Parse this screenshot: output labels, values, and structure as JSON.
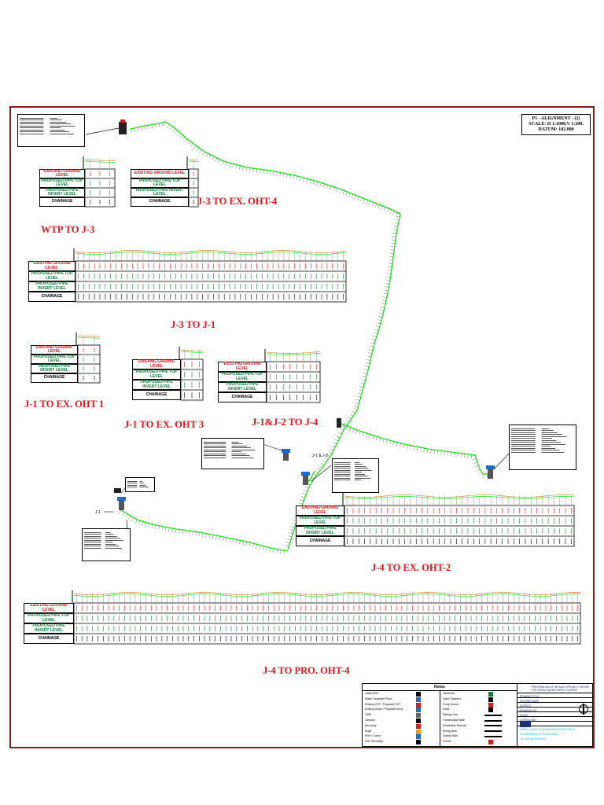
{
  "scale_box": {
    "line1": "P1 - ALIGNMENT - (2)",
    "line2": "SCALE: H 1:1000,V 1:200.",
    "line3": "DATUM: 102.000"
  },
  "section_titles": {
    "wtp_to_j3": "WTP TO J-3",
    "j3_to_ex_oht4": "J-3 TO EX. OHT-4",
    "j3_to_j1": "J-3 TO J-1",
    "j1_to_ex_oht1": "J-1 TO EX. OHT 1",
    "j1_to_ex_oht3": "J-1 TO EX. OHT 3",
    "j1j2_to_j4": "J-1&J-2 TO J-4",
    "j4_to_ex_oht2": "J-4 TO EX. OHT-2",
    "j4_to_pro_oht4": "J-4 TO PRO. OHT-4"
  },
  "profile_row_labels": {
    "existing": "EXISTING GROUND LEVEL",
    "top": "PROPOSED PIPE TOP LEVEL",
    "invert": "PROPOSED PIPE INVERT LEVEL",
    "chainage": "CHAINAGE"
  },
  "junction_labels": {
    "j1": "J-1",
    "j1j2": "J-1 & J-2"
  },
  "legend": {
    "notes_title": "Notes",
    "left_items": [
      "Intake Well",
      "Water Treatment Plant",
      "Existing OHT / Proposed OHT",
      "Existing Sump / Proposed Sump",
      "CWR",
      "Junction",
      "Boundary",
      "Road",
      "River / Canal",
      "Rail / Boundary"
    ],
    "right_items": [
      "Overhead",
      "Valve Chamber",
      "Pump House",
      "Road",
      "Railway Line",
      "Transmission Main",
      "Distribution Network",
      "Rising Main",
      "Gravity Main",
      "Culvert"
    ]
  },
  "title_block": {
    "lines": [
      "PREPARATION OF DETAILED PROJECT REPORT",
      "FOR RURAL WATER SUPPLY SCHEME",
      "DRAWING TITLE",
      "SCHEME NAME",
      "DISTRICT",
      "DRAWING NO.",
      "SCALE",
      "CONSULTANT",
      "PUBLIC HEALTH ENGINEERING DEPARTMENT",
      "GOVERNMENT OF RAJASTHAN",
      "JAL JEEVAN MISSION"
    ]
  },
  "colors": {
    "border": "#8b1a1a",
    "title_red": "#e8141b",
    "pipeline": "#19e619",
    "ground_line": "#d48a3a",
    "row_green": "#0f7a3a"
  }
}
